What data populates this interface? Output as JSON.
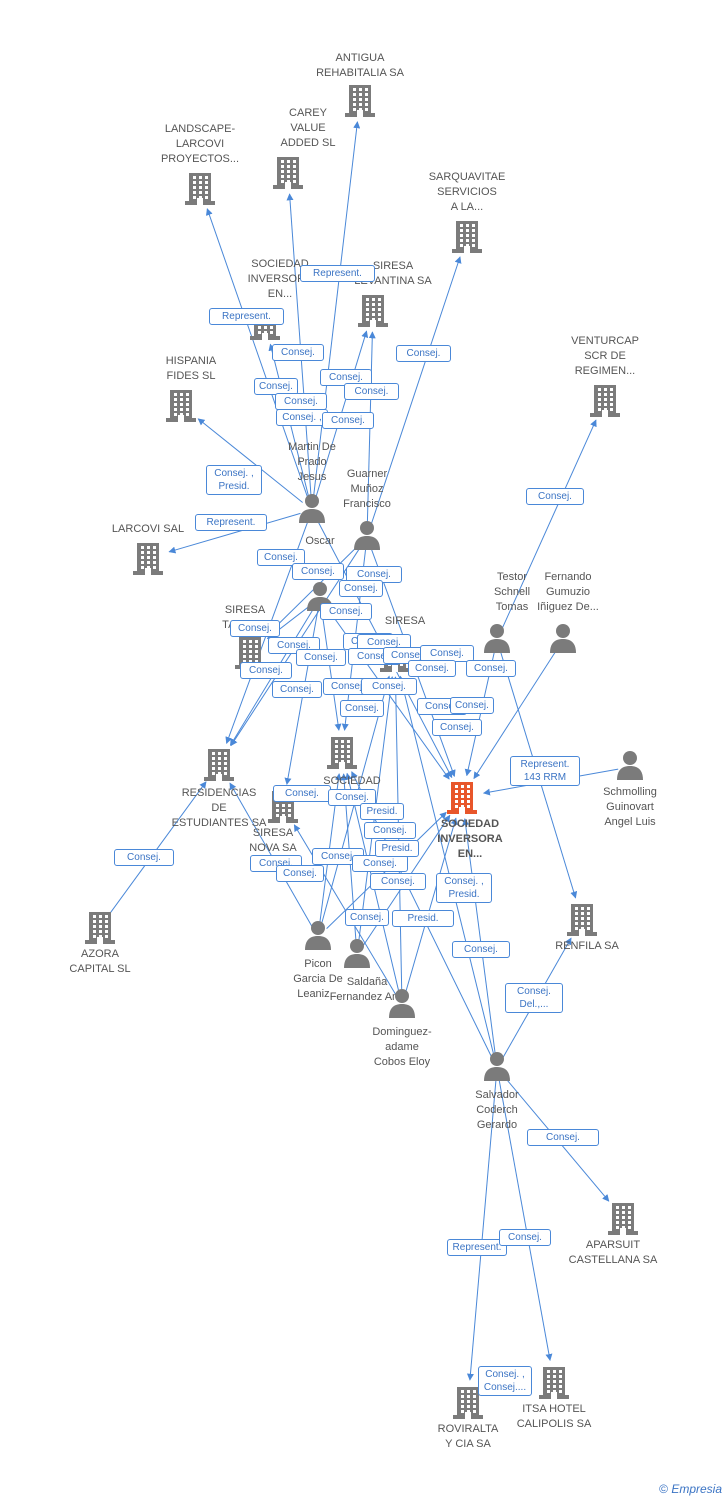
{
  "colors": {
    "edge": "#4a88d8",
    "node_icon": "#7b7b7b",
    "highlight": "#e8562a",
    "text": "#555555"
  },
  "nodes": [
    {
      "id": "antigua",
      "type": "company",
      "label": "ANTIGUA\nREHABITALIA SA"
    },
    {
      "id": "landscape",
      "type": "company",
      "label": "LANDSCAPE-\nLARCOVI\nPROYECTOS..."
    },
    {
      "id": "carey",
      "type": "company",
      "label": "CAREY\nVALUE\nADDED SL"
    },
    {
      "id": "sarquavitae",
      "type": "company",
      "label": "SARQUAVITAE\nSERVICIOS\nA LA..."
    },
    {
      "id": "sociedad-inv-top",
      "type": "company",
      "label": "SOCIEDAD\nINVERSORA\nEN..."
    },
    {
      "id": "siresa-top",
      "type": "company",
      "label": "SIRESA\nLEVANTINA SA"
    },
    {
      "id": "venturcap",
      "type": "company",
      "label": "VENTURCAP\nSCR DE\nREGIMEN..."
    },
    {
      "id": "hispania",
      "type": "company",
      "label": "HISPANIA\nFIDES SL"
    },
    {
      "id": "larcovi",
      "type": "company",
      "label": "LARCOVI SAL"
    },
    {
      "id": "martin",
      "type": "person",
      "label": "Martin De\nPrado\nJesus"
    },
    {
      "id": "guarner",
      "type": "person",
      "label": "Guarner\nMuñoz\nFrancisco"
    },
    {
      "id": "oscar",
      "type": "person",
      "label": "Oscar"
    },
    {
      "id": "testor",
      "type": "person",
      "label": "Testor\nSchnell\nTomas"
    },
    {
      "id": "fernando",
      "type": "person",
      "label": "Fernando\nGumuzio\nIñiguez De..."
    },
    {
      "id": "siresa-tarra",
      "type": "company",
      "label": "SIRESA\nTARRA..."
    },
    {
      "id": "siresa-mid",
      "type": "company",
      "label": "SIRESA"
    },
    {
      "id": "residencias",
      "type": "company",
      "label": "RESIDENCIAS\nDE\nESTUDIANTES SA"
    },
    {
      "id": "sociedad-mid",
      "type": "company",
      "label": "SOCIEDAD\nEN..."
    },
    {
      "id": "siresa-nova",
      "type": "company",
      "label": "SIRESA\nNOVA SA"
    },
    {
      "id": "main",
      "type": "company-main",
      "label": "SOCIEDAD\nINVERSORA\nEN..."
    },
    {
      "id": "schmolling",
      "type": "person",
      "label": "Schmolling\nGuinovart\nAngel Luis"
    },
    {
      "id": "azora",
      "type": "company",
      "label": "AZORA\nCAPITAL SL"
    },
    {
      "id": "renfila",
      "type": "company",
      "label": "RENFILA SA"
    },
    {
      "id": "picon",
      "type": "person",
      "label": "Picon\nGarcia De\nLeaniz..."
    },
    {
      "id": "saldana",
      "type": "person",
      "label": "Saldaña\nFernandez Ana"
    },
    {
      "id": "dominguez",
      "type": "person",
      "label": "Dominguez-\nadame\nCobos Eloy"
    },
    {
      "id": "salvador",
      "type": "person",
      "label": "Salvador\nCoderch\nGerardo"
    },
    {
      "id": "aparsuit",
      "type": "company",
      "label": "APARSUIT\nCASTELLANA SA"
    },
    {
      "id": "roviralta",
      "type": "company",
      "label": "ROVIRALTA\nY CIA SA"
    },
    {
      "id": "itsa",
      "type": "company",
      "label": "ITSA HOTEL\nCALIPOLIS SA"
    }
  ],
  "edge_labels": [
    "Represent.",
    "Represent.",
    "Consej.",
    "Consej.",
    "Consej.",
    "Consej.",
    "Consej.",
    "Consej. ,",
    "Consej.",
    "Consej.",
    "Consej. ,\nPresid.",
    "Represent.",
    "Consej.",
    "Consej.",
    "Consej.",
    "Consej.",
    "Consej.",
    "Consej.",
    "Consej.",
    "Consej.",
    "Consej.",
    "Consej.",
    "Consej.",
    "Consej.",
    "Consej.",
    "Consej.",
    "Consej.",
    "Consej.",
    "Consej.",
    "Consej.",
    "Consej.",
    "Consej.",
    "Consej.",
    "Consej.",
    "Consej.",
    "Consej.",
    "Represent.\n143 RRM",
    "Consej.",
    "Consej.",
    "Presid.",
    "Consej.",
    "Consej.",
    "Consej.",
    "Consej.",
    "Consej.",
    "Presid.",
    "Consej.",
    "Presid.",
    "Consej. ,\nPresid.",
    "Consej.",
    "Consej.",
    "Consej.\nDel.,...",
    "Consej.",
    "Represent.",
    "Consej.",
    "Consej. ,\nConsej....",
    "Consej."
  ],
  "footer": {
    "copyright": "©",
    "brand": "Empresia"
  }
}
